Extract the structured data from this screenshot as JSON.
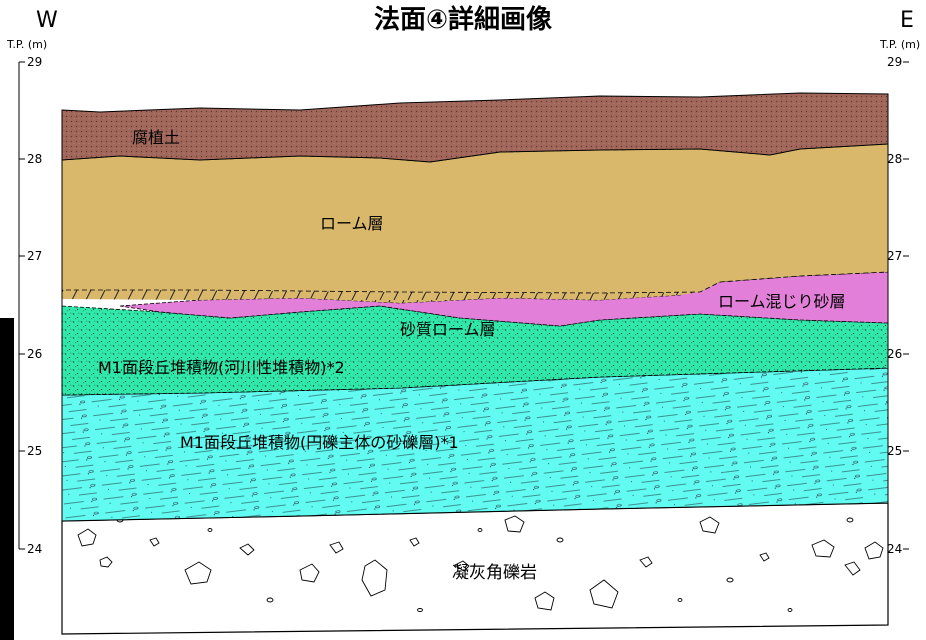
{
  "title": "法面④詳細画像",
  "direction": {
    "west": "W",
    "east": "E"
  },
  "axis": {
    "unit_label": "T.P. (m)",
    "ticks": [
      "29",
      "28",
      "27",
      "26",
      "25",
      "24"
    ]
  },
  "layers": {
    "humus": "腐植土",
    "loam": "ローム層",
    "loam_sand": "ローム混じり砂層",
    "sandy_loam": "砂質ローム層",
    "m1_fluvial": "M1面段丘堆積物(河川性堆積物)*2",
    "m1_gravel": "M1面段丘堆積物(円礫主体の砂礫層)*1",
    "tuff_breccia": "凝灰角礫岩"
  },
  "colors": {
    "humus": "#a0665a",
    "loam": "#d9b86c",
    "sandy_loam": "#e27fd8",
    "m1_fluvial": "#2fe8a9",
    "m1_gravel": "#62fbf1",
    "tuff_breccia": "#ffffff"
  }
}
